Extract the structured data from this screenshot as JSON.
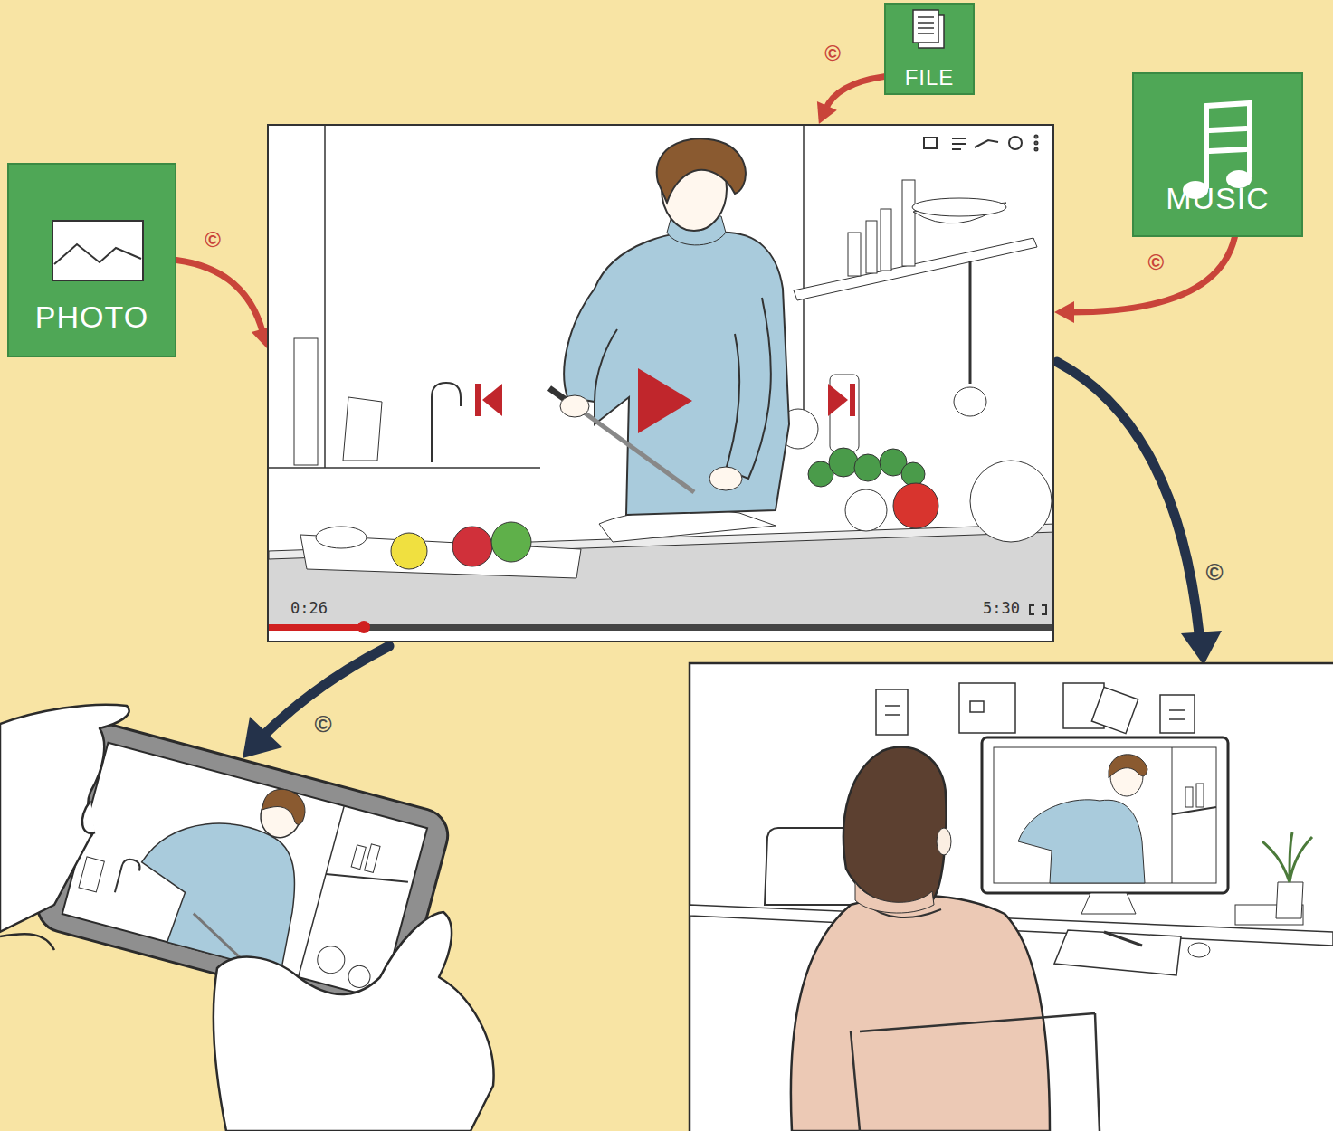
{
  "diagram": {
    "nodes": [
      {
        "text": [
          "FILE"
        ]
      },
      {
        "text": [
          "PHOTO"
        ]
      },
      {
        "text": [
          "MUSIC"
        ]
      },
      {
        "text": [
          "0:26",
          "5:30"
        ]
      }
    ],
    "edges": [
      {
        "from": 0,
        "to": 3,
        "arrow": "to",
        "label": "©"
      },
      {
        "from": 1,
        "to": 3,
        "arrow": "to",
        "label": "©"
      },
      {
        "from": 2,
        "to": 3,
        "arrow": "to",
        "label": "©"
      }
    ],
    "labels": [
      "©",
      "©"
    ]
  }
}
